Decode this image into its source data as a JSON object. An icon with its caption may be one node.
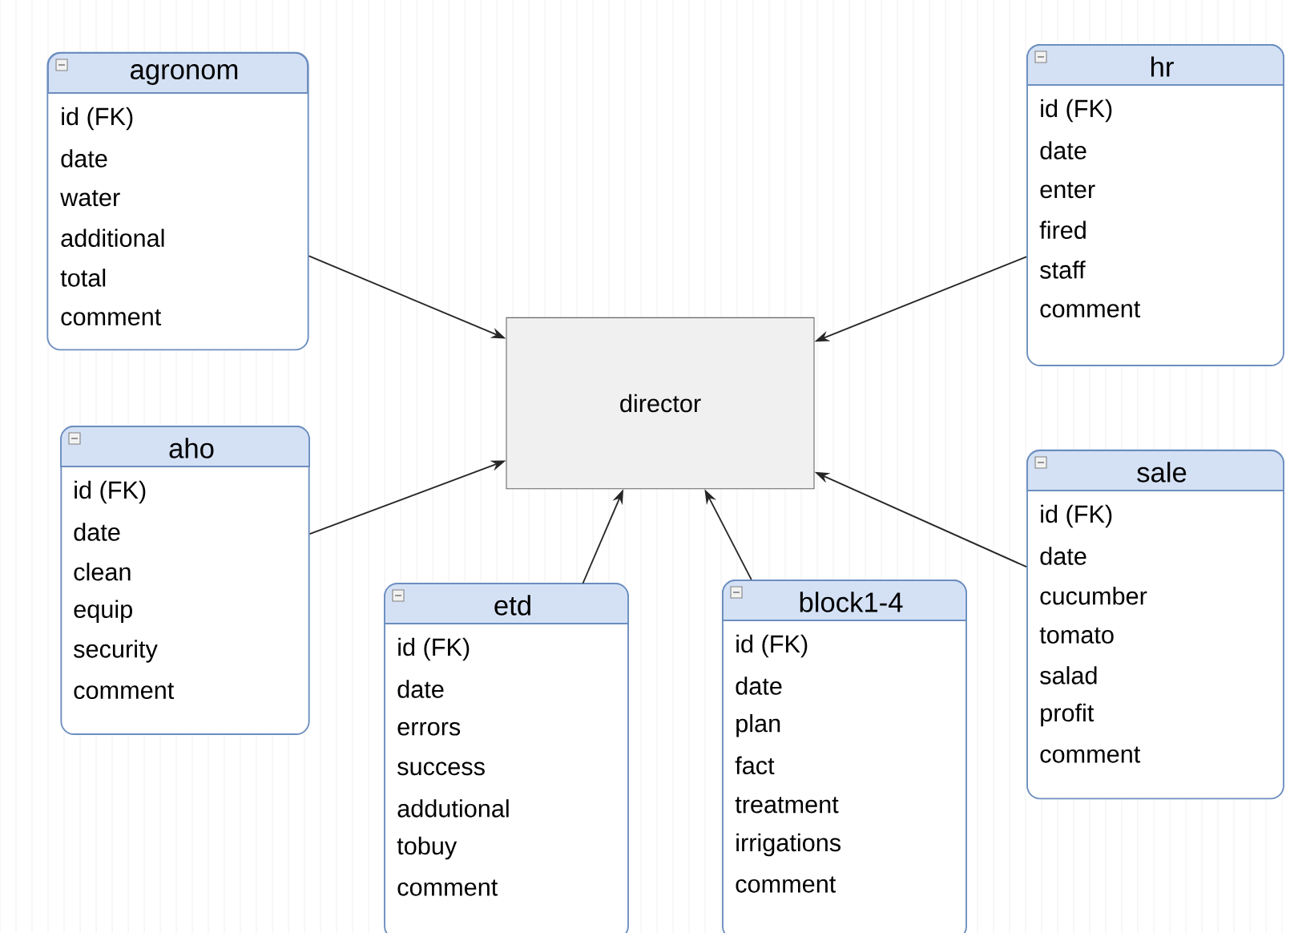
{
  "diagram": {
    "nodes": [
      {
        "text": [
          "agronom",
          "id (FK)",
          "date",
          "water",
          "additional",
          "total",
          "comment"
        ]
      },
      {
        "text": [
          "hr",
          "id (FK)",
          "date",
          "enter",
          "fired",
          "staff",
          "comment"
        ]
      },
      {
        "text": [
          "director"
        ]
      },
      {
        "text": [
          "aho",
          "id (FK)",
          "date",
          "clean",
          "equip",
          "security",
          "comment"
        ]
      },
      {
        "text": [
          "sale",
          "id (FK)",
          "date",
          "cucumber",
          "tomato",
          "salad",
          "profit",
          "comment"
        ]
      },
      {
        "text": [
          "etd",
          "id (FK)",
          "date",
          "errors",
          "success",
          "addutional",
          "tobuy",
          "comment"
        ]
      },
      {
        "text": [
          "block1-4",
          "id (FK)",
          "date",
          "plan",
          "fact",
          "treatment",
          "irrigations",
          "comment"
        ]
      }
    ],
    "edges": [
      {
        "from": 0,
        "to": 2,
        "arrow": "to"
      },
      {
        "from": 1,
        "to": 2,
        "arrow": "to"
      },
      {
        "from": 3,
        "to": 2,
        "arrow": "to"
      },
      {
        "from": 4,
        "to": 2,
        "arrow": "to"
      },
      {
        "from": 5,
        "to": 2,
        "arrow": "to"
      },
      {
        "from": 6,
        "to": 2,
        "arrow": "to"
      }
    ]
  }
}
